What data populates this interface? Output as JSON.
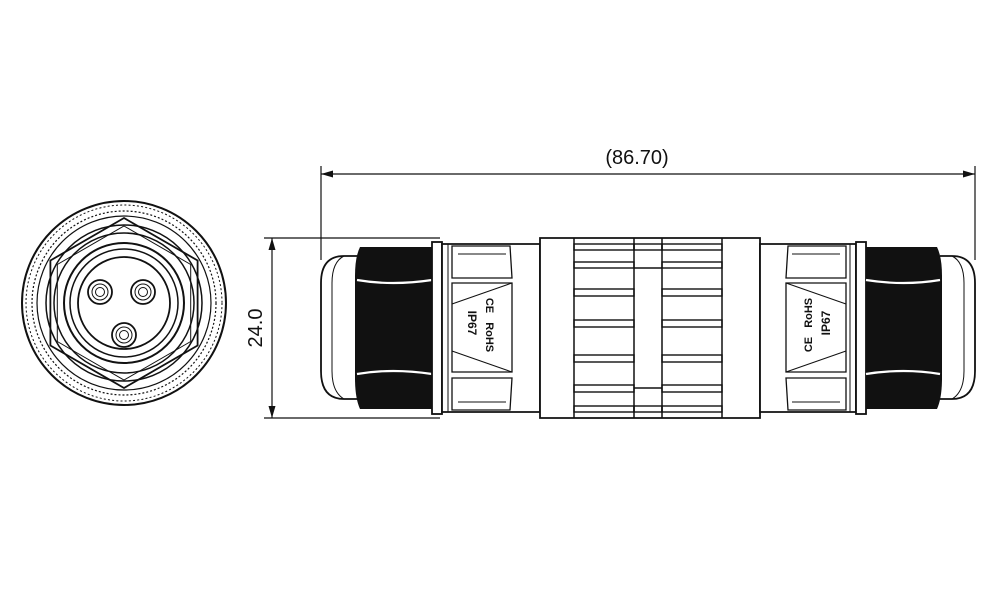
{
  "dimensions": {
    "length": "(86.70)",
    "diameter": "24.0"
  },
  "markings": {
    "ce": "CE",
    "rohs": "RoHS",
    "ip": "IP67"
  },
  "colors": {
    "line": "#111111",
    "rubber": "#111111",
    "background": "#ffffff"
  }
}
